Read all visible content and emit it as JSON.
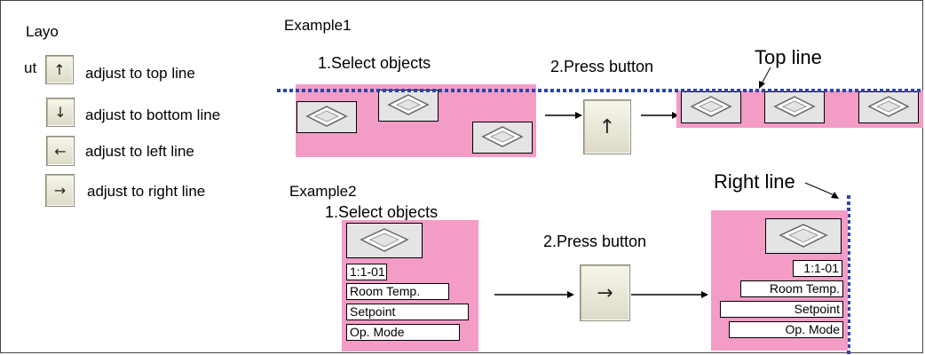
{
  "legend": {
    "title_line1": "Layo",
    "title_line2": "ut",
    "items": [
      {
        "icon": "↑",
        "label": "adjust to top line"
      },
      {
        "icon": "↓",
        "label": "adjust to bottom line"
      },
      {
        "icon": "←",
        "label": "adjust to left line"
      },
      {
        "icon": "→",
        "label": "adjust to right line"
      }
    ]
  },
  "example1": {
    "title": "Example1",
    "step1": "1.Select objects",
    "step2": "2.Press button",
    "button_icon": "↑",
    "result_label": "Top line"
  },
  "example2": {
    "title": "Example2",
    "step1": "1.Select objects",
    "step2": "2.Press button",
    "button_icon": "→",
    "result_label": "Right line",
    "fields": [
      "1:1-01",
      "Room Temp.",
      "Setpoint",
      "Op. Mode"
    ]
  },
  "colors": {
    "pink": "#f29cc6",
    "dotted_line": "#2b46a8",
    "button": "#ecebd9"
  }
}
